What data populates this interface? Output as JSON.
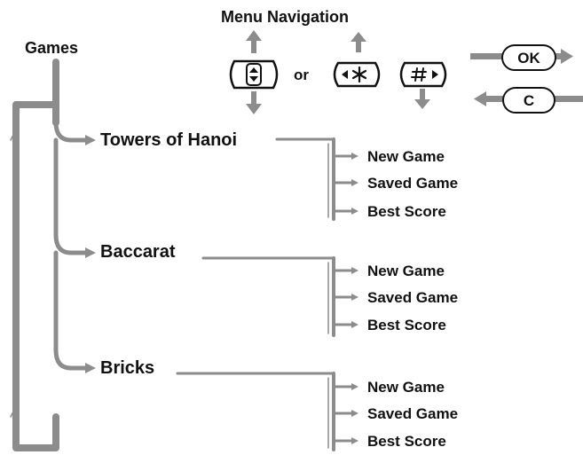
{
  "navigation": {
    "title": "Menu Navigation",
    "or_word": "or",
    "select_key_label": "OK",
    "back_key_label": "C",
    "nav_key_icons": [
      "up-down-key-icon",
      "star-left-key-icon",
      "hash-right-key-icon"
    ]
  },
  "menu": {
    "root_label": "Games",
    "games": [
      {
        "name": "Towers of Hanoi",
        "options": [
          "New Game",
          "Saved Game",
          "Best Score"
        ]
      },
      {
        "name": "Baccarat",
        "options": [
          "New Game",
          "Saved Game",
          "Best Score"
        ]
      },
      {
        "name": "Bricks",
        "options": [
          "New Game",
          "Saved Game",
          "Best Score"
        ]
      }
    ]
  },
  "colors": {
    "connector": "#8c8c8c",
    "text": "#111111"
  }
}
